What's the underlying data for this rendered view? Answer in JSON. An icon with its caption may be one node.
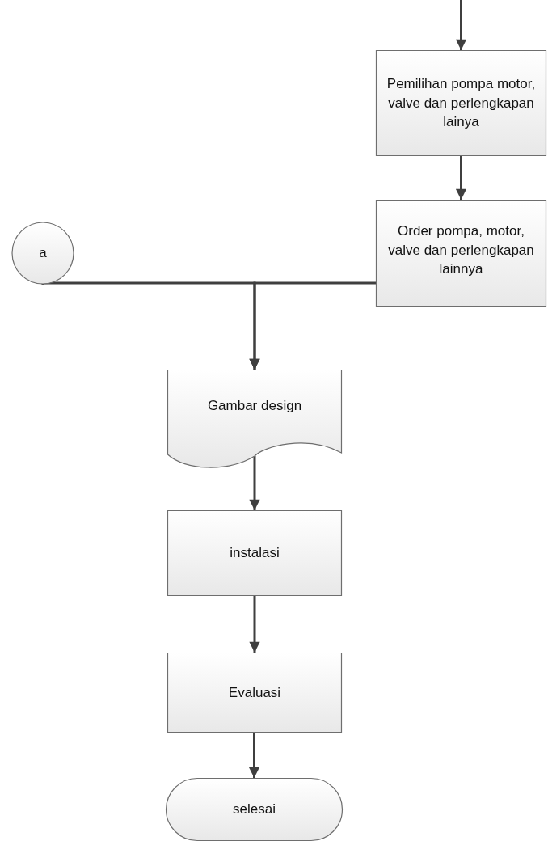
{
  "diagram": {
    "nodes": [
      {
        "text": [
          "Pemilihan pompa motor, valve dan perlengkapan lainya"
        ]
      },
      {
        "text": [
          "Order pompa, motor, valve dan perlengkapan lainnya"
        ]
      },
      {
        "text": [
          "a"
        ]
      },
      {
        "text": [
          "Gambar design"
        ]
      },
      {
        "text": [
          "instalasi"
        ]
      },
      {
        "text": [
          "Evaluasi"
        ]
      },
      {
        "text": [
          "selesai"
        ]
      }
    ],
    "edges": [
      {
        "from": null,
        "to": 0,
        "arrow": "to"
      },
      {
        "from": 0,
        "to": 1,
        "arrow": "to"
      },
      {
        "from": 1,
        "to": 3,
        "arrow": "to"
      },
      {
        "from": 2,
        "to": 3,
        "arrow": "to"
      },
      {
        "from": 3,
        "to": 4,
        "arrow": "to"
      },
      {
        "from": 4,
        "to": 5,
        "arrow": "to"
      },
      {
        "from": 5,
        "to": 6,
        "arrow": "to"
      }
    ]
  }
}
